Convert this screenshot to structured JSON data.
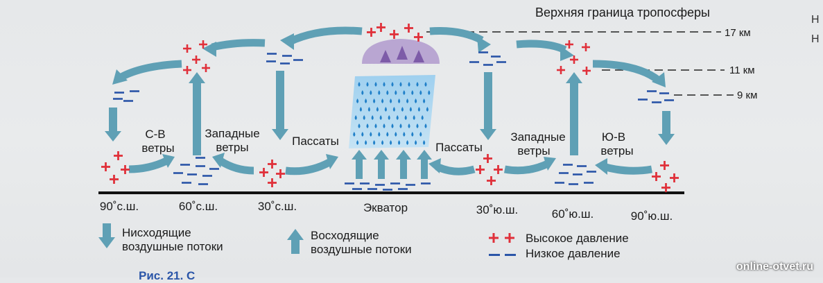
{
  "top_label": "Верхняя граница тропосферы",
  "levels": [
    "17 км",
    "11 км",
    "9 км"
  ],
  "winds": {
    "ne": [
      "С-В",
      "ветры"
    ],
    "westerly_n": [
      "Западные",
      "ветры"
    ],
    "trade_n": "Пассаты",
    "trade_s": "Пассаты",
    "westerly_s": [
      "Западные",
      "ветры"
    ],
    "se": [
      "Ю-В",
      "ветры"
    ]
  },
  "latitudes": [
    "90˚с.ш.",
    "60˚с.ш.",
    "30˚с.ш.",
    "Экватор",
    "30˚ю.ш.",
    "60˚ю.ш.",
    "90˚ю.ш."
  ],
  "legend": {
    "descending": [
      "Нисходящие",
      "воздушные потоки"
    ],
    "ascending": [
      "Восходящие",
      "воздушные потоки"
    ],
    "high": "Высокое давление",
    "low": "Низкое давление"
  },
  "right_edge": [
    "Н",
    "Н"
  ],
  "caption_fragment": "Рис. 21. С",
  "watermark": "online-otvet.ru",
  "colors": {
    "arrow": "#5fa0b5",
    "plus": "#e0303a",
    "minus": "#2a55a8",
    "cloud": "#b9a6d2",
    "rain": "#a6d3ef",
    "drop": "#1f7fc8",
    "ground": "#111111"
  }
}
